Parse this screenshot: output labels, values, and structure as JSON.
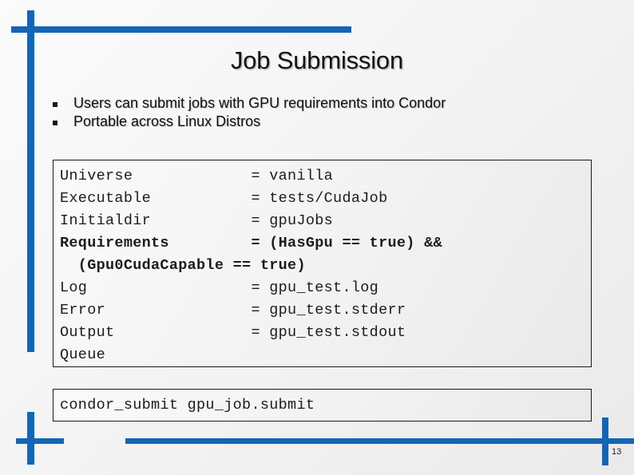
{
  "slide": {
    "title": "Job Submission",
    "page_number": "13",
    "accent_color": "#1565b6",
    "background_color": "#f2f2f2"
  },
  "bullets": [
    {
      "marker": "square-bullet",
      "text": "Users can submit jobs with GPU requirements into Condor"
    },
    {
      "marker": "square-bullet",
      "text": "Portable across Linux Distros"
    }
  ],
  "submit_file": {
    "lines": [
      {
        "text": "Universe             = vanilla",
        "bold": false
      },
      {
        "text": "Executable           = tests/CudaJob",
        "bold": false
      },
      {
        "text": "Initialdir           = gpuJobs",
        "bold": false
      },
      {
        "text": "Requirements         = (HasGpu == true) &&",
        "bold": true
      },
      {
        "text": "  (Gpu0CudaCapable == true)",
        "bold": true
      },
      {
        "text": "Log                  = gpu_test.log",
        "bold": false
      },
      {
        "text": "Error                = gpu_test.stderr",
        "bold": false
      },
      {
        "text": "Output               = gpu_test.stdout",
        "bold": false
      },
      {
        "text": "Queue",
        "bold": false
      }
    ]
  },
  "command": {
    "line": "condor_submit gpu_job.submit"
  }
}
